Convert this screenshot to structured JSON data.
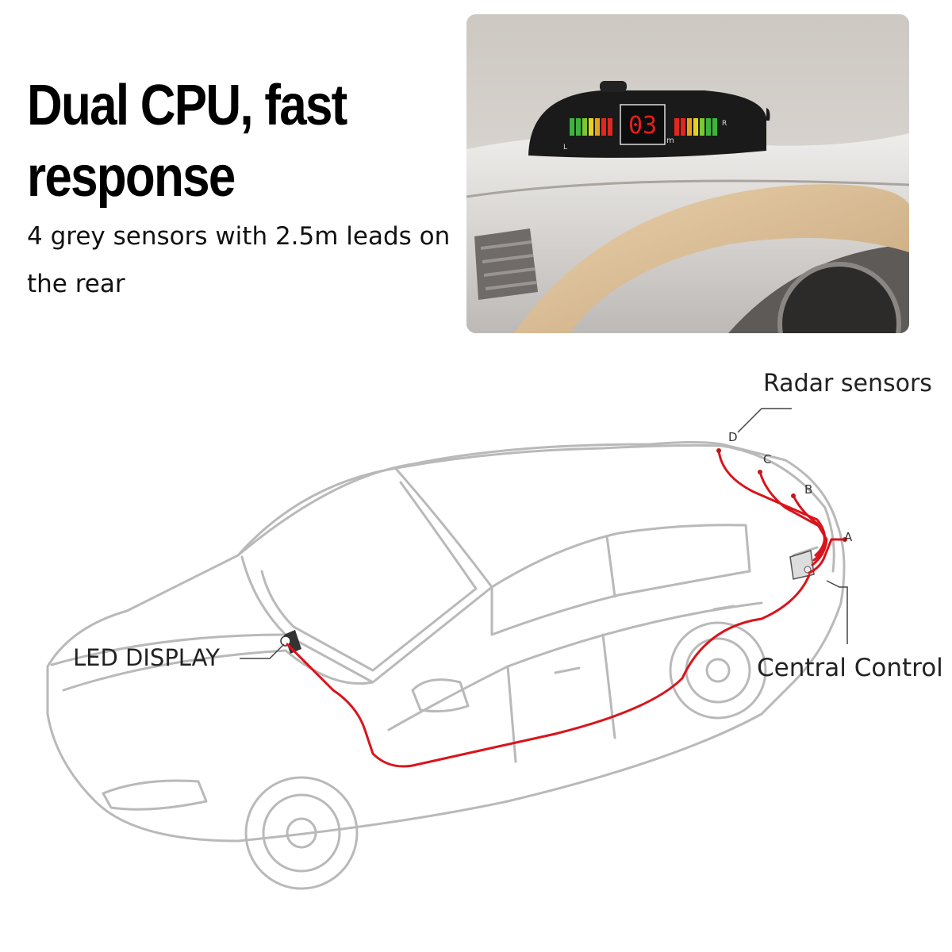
{
  "headline": "Dual CPU, fast response",
  "subline": "4 grey sensors with 2.5m leads on the rear",
  "display": {
    "distance_readout": "03",
    "unit": "m",
    "left_mark": "L",
    "right_mark": "R"
  },
  "diagram": {
    "radar_label": "Radar sensors",
    "led_label": "LED DISPLAY",
    "central_label": "Central Control",
    "sensors": [
      "D",
      "C",
      "B",
      "A"
    ]
  },
  "colors": {
    "cable": "#d9141b",
    "car_outline": "#b9b9b9",
    "bar_green": "#3db43d",
    "bar_yellow": "#e6d21c",
    "bar_red": "#e0281e"
  }
}
